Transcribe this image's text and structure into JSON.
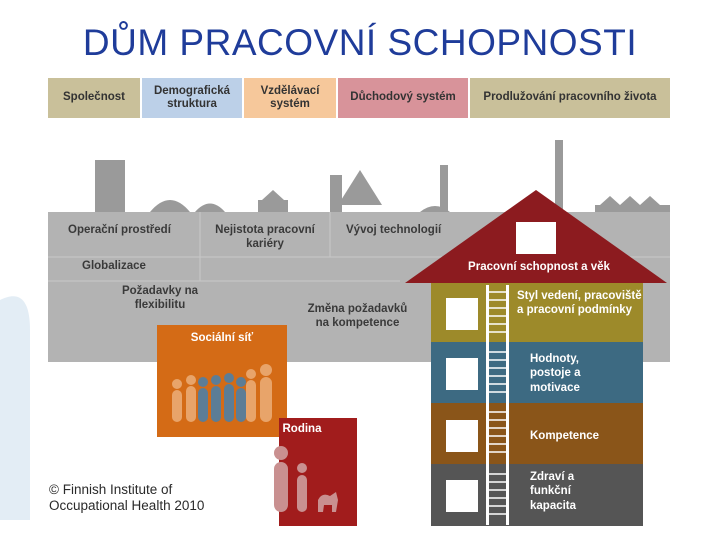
{
  "title": "DŮM PRACOVNÍ SCHOPNOSTI",
  "categories": [
    {
      "label": "Společnost",
      "color": "#c9c09a"
    },
    {
      "label": "Demografická struktura",
      "color": "#bcd0e8"
    },
    {
      "label": "Vzdělávací systém",
      "color": "#f6c89b"
    },
    {
      "label": "Důchodový systém",
      "color": "#d8939a"
    },
    {
      "label": "Prodlužování pracovního života",
      "color": "#c9c09a"
    }
  ],
  "environment": {
    "operacni": "Operační prostředí",
    "nejistota": "Nejistota pracovní kariéry",
    "vyvoj": "Vývoj technologií",
    "globalizace": "Globalizace",
    "pozadavky": "Požadavky na flexibilitu",
    "zmena": "Změna požadavků na kompetence"
  },
  "social": {
    "label": "Sociální síť",
    "color": "#d46b16"
  },
  "family": {
    "label": "Rodina",
    "color": "#a11c1c"
  },
  "house": {
    "roof_label": "Pracovní schopnost a věk",
    "roof_color": "#8c1b1f",
    "floors": [
      {
        "label": "Styl vedení, pracoviště a pracovní podmínky",
        "color": "#9d8a2a"
      },
      {
        "label": "Hodnoty, postoje a motivace",
        "color": "#3d6a82"
      },
      {
        "label": "Kompetence",
        "color": "#8a5519"
      },
      {
        "label": "Zdraví a funkční kapacita",
        "color": "#555555"
      }
    ]
  },
  "copyright": "© Finnish Institute of Occupational Health 2010"
}
